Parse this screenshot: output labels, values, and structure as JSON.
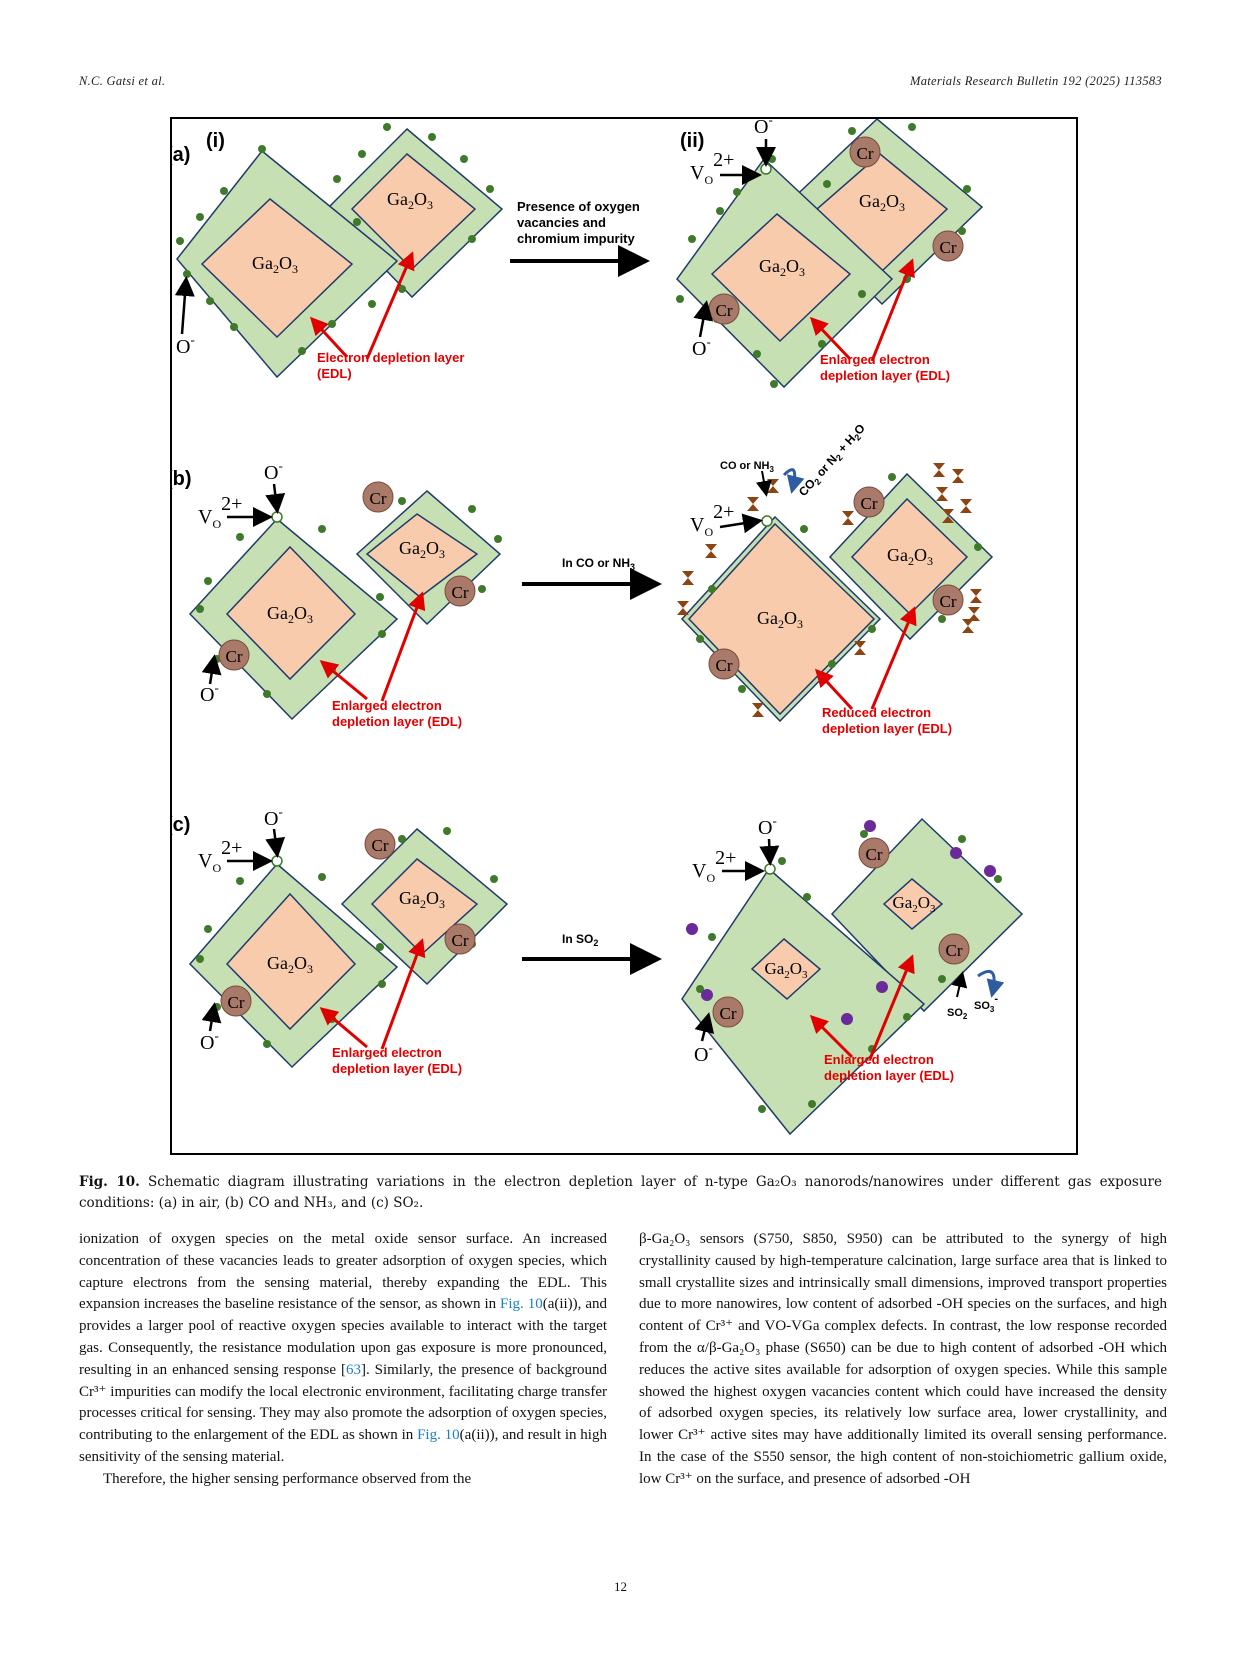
{
  "header": {
    "left": "N.C. Gatsi et al.",
    "right": "Materials Research Bulletin 192 (2025) 113583"
  },
  "figure": {
    "panel_a": "(a)",
    "panel_b": "(b)",
    "panel_c": "(c)",
    "sub_i": "(i)",
    "sub_ii": "(ii)",
    "ga2o3": "Ga2O3",
    "cr": "Cr",
    "o_minus": "O-",
    "vo": "VO2+",
    "arrow_a": [
      "Presence of oxygen",
      "vacancies and",
      "chromium impurity"
    ],
    "arrow_b": "In CO or NH3",
    "arrow_c": "In SO2",
    "edl_a_i": [
      "Electron depletion layer",
      "(EDL)"
    ],
    "edl_enlarged": [
      "Enlarged electron",
      "depletion layer (EDL)"
    ],
    "edl_reduced": [
      "Reduced electron",
      "depletion layer (EDL)"
    ],
    "co_nh3_label": "CO or NH3",
    "co2_label": "CO2 or N2 + H2O",
    "so2_label": "SO2",
    "so3_label": "SO3-",
    "colors": {
      "shell": "#c6e0b4",
      "core": "#f8cbad",
      "cr": "#a97a6a",
      "oxygen": "#3e7a2a",
      "so2_dot": "#6a2a9a",
      "gas": "#8b4513",
      "edl_label": "#e00000",
      "curve_arrow": "#2e5c9e"
    }
  },
  "caption": {
    "label": "Fig. 10.",
    "text": "Schematic diagram illustrating variations in the electron depletion layer of n-type Ga₂O₃ nanorods/nanowires under different gas exposure conditions: (a) in air, (b) CO and NH₃, and (c) SO₂."
  },
  "body_left": {
    "p1": "ionization of oxygen species on the metal oxide sensor surface. An increased concentration of these vacancies leads to greater adsorption of oxygen species, which capture electrons from the sensing material, thereby expanding the EDL. This expansion increases the baseline resistance of the sensor, as shown in ",
    "p1_link1": "Fig. 10",
    "p1_b": "(a(ii)), and provides a larger pool of reactive oxygen species available to interact with the target gas. Consequently, the resistance modulation upon gas exposure is more pronounced, resulting in an enhanced sensing response [",
    "p1_ref": "63",
    "p1_c": "]. Similarly, the presence of background Cr³⁺ impurities can modify the local electronic environment, facilitating charge transfer processes critical for sensing. They may also promote the adsorption of oxygen species, contributing to the enlargement of the EDL as shown in ",
    "p1_link2": "Fig. 10",
    "p1_d": "(a(ii)), and result in high sensitivity of the sensing material.",
    "p2": "Therefore, the higher sensing performance observed from the"
  },
  "body_right": {
    "p1": "β-Ga₂O₃ sensors (S750, S850, S950) can be attributed to the synergy of high crystallinity caused by high-temperature calcination, large surface area that is linked to small crystallite sizes and intrinsically small dimensions, improved transport properties due to more nanowires, low content of adsorbed -OH species on the surfaces, and high content of Cr³⁺ and VO-VGa complex defects. In contrast, the low response recorded from the α/β-Ga₂O₃ phase (S650) can be due to high content of adsorbed -OH which reduces the active sites available for adsorption of oxygen species. While this sample showed the highest oxygen vacancies content which could have increased the density of adsorbed oxygen species, its relatively low surface area, lower crystallinity, and lower Cr³⁺ active sites may have additionally limited its overall sensing performance. In the case of the S550 sensor, the high content of non-stoichiometric gallium oxide, low Cr³⁺ on the surface, and presence of adsorbed -OH"
  },
  "page_number": "12"
}
